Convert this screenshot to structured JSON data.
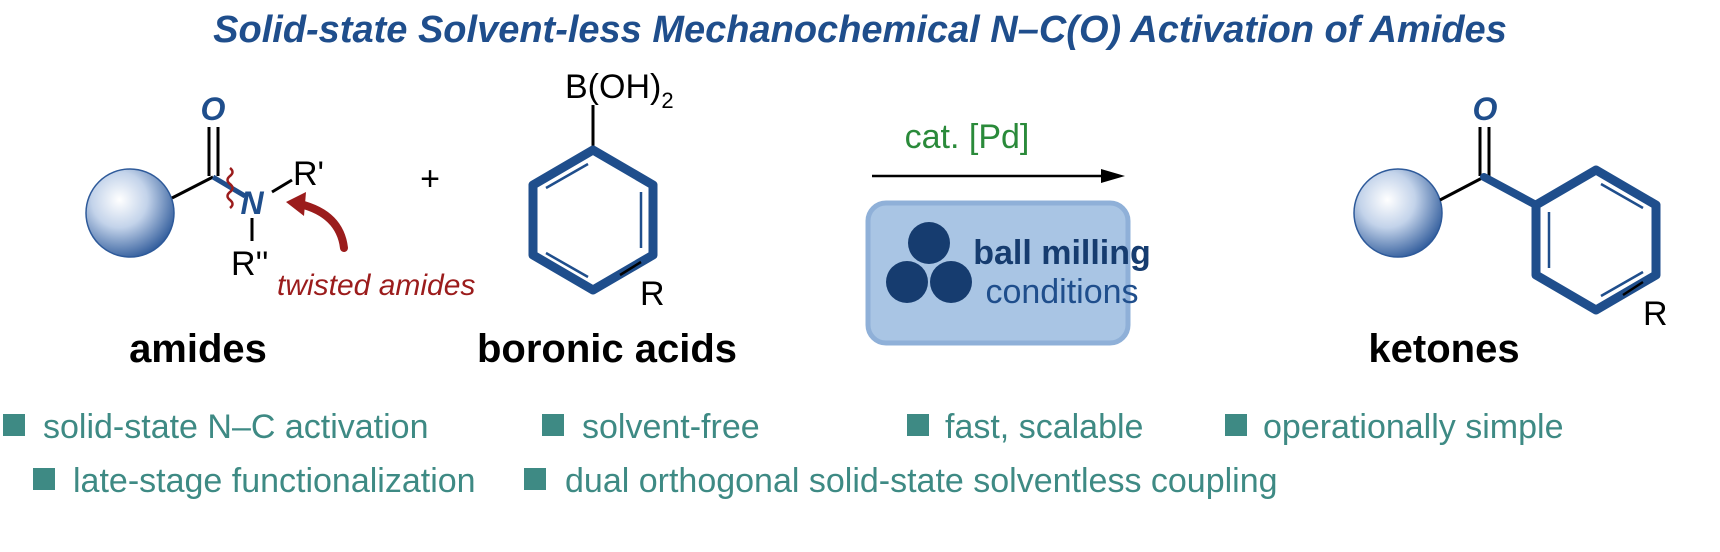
{
  "title": "Solid-state Solvent-less Mechanochemical N–C(O) Activation of Amides",
  "colors": {
    "navy": "#1f4e8c",
    "dark_red": "#9b1c1c",
    "green": "#2a8a3a",
    "teal": "#3e8a84",
    "box_fill": "#a9c5e4",
    "box_border": "#8fb0d8",
    "ball_dark": "#163c6f",
    "black": "#000000"
  },
  "reactant1": {
    "label": "amides",
    "o_atom": "O",
    "n_atom": "N",
    "r1": "R'",
    "r2": "R''",
    "note": "twisted amides"
  },
  "plus_sign": "+",
  "reactant2": {
    "label": "boronic acids",
    "boron_group": "B(OH)",
    "boron_sub": "2",
    "r": "R"
  },
  "arrow": {
    "catalyst": "cat. [Pd]",
    "condition_line1": "ball milling",
    "condition_line2": "conditions"
  },
  "product": {
    "label": "ketones",
    "o_atom": "O",
    "r": "R"
  },
  "features_row1": [
    "solid-state N–C activation",
    "solvent-free",
    "fast, scalable",
    "operationally simple"
  ],
  "features_row2": [
    "late-stage functionalization",
    "dual orthogonal solid-state solventless coupling"
  ]
}
